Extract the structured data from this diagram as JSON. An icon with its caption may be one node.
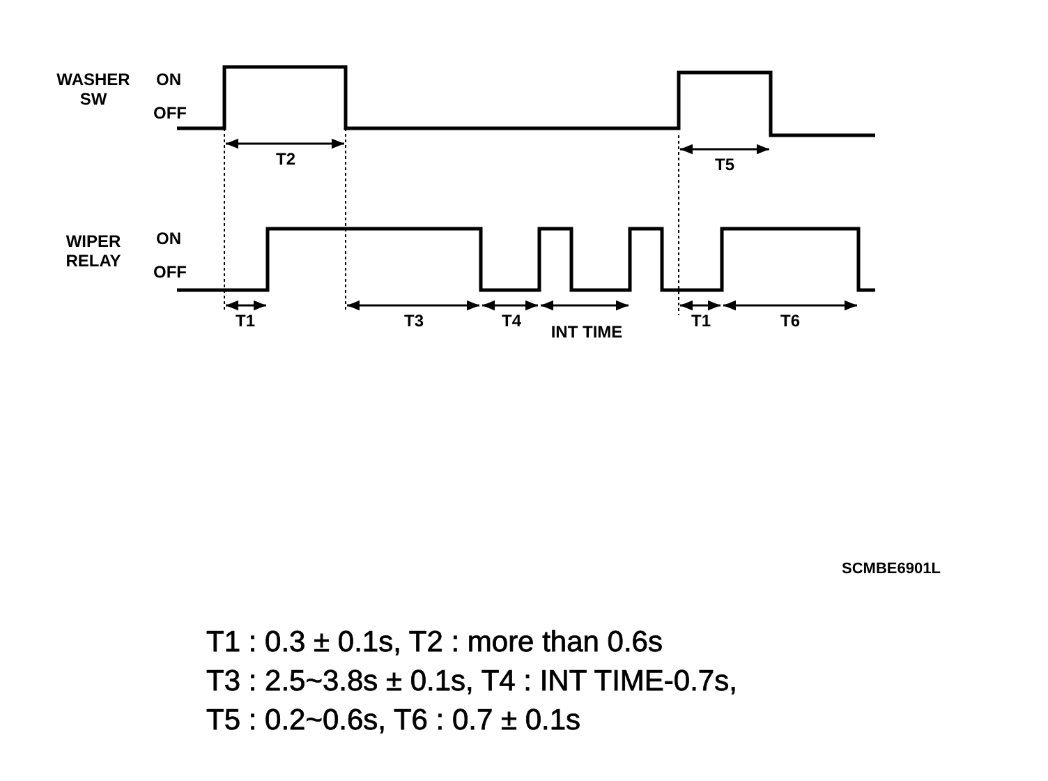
{
  "diagram": {
    "labels": [
      "WASHER SW",
      "ON",
      "OFF",
      "T2",
      "T5",
      "WIPER RELAY",
      "ON",
      "OFF",
      "T1",
      "T3",
      "T4",
      "INT TIME",
      "T1",
      "T6",
      "SCMBE6901L",
      "T1 : 0.3 ± 0.1s, T2 : more than 0.6s",
      "T3 : 2.5~3.8s ± 0.1s, T4 : INT TIME-0.7s,",
      "T5 : 0.2~0.6s, T6 : 0.7 ± 0.1s"
    ]
  }
}
